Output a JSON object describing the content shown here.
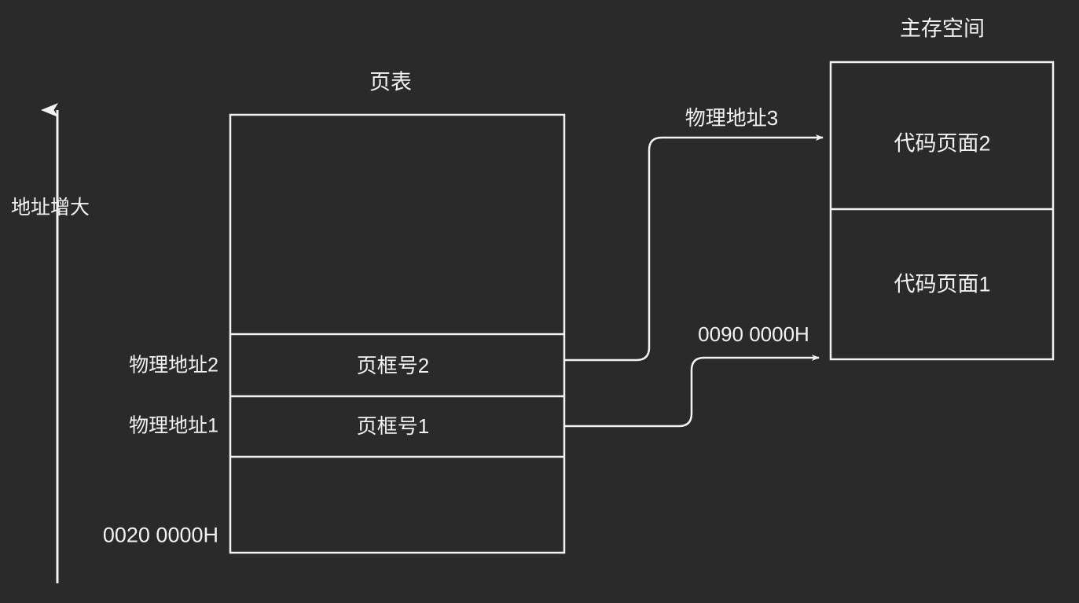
{
  "theme": {
    "background": "#2a2a2a",
    "stroke": "#f2f2f2",
    "text": "#f2f2f2"
  },
  "axis": {
    "label": "地址增大",
    "icon": "up-arrow-icon"
  },
  "page_table": {
    "title": "页表",
    "rows": [
      {
        "label": "",
        "side_label": ""
      },
      {
        "label": "页框号2",
        "side_label": "物理地址2"
      },
      {
        "label": "页框号1",
        "side_label": "物理地址1"
      },
      {
        "label": "",
        "side_label": ""
      }
    ],
    "base_address": "0020 0000H"
  },
  "connectors": [
    {
      "name": "physical-address-3",
      "label": "物理地址3",
      "from_row": "页框号1",
      "to_block": "代码页面2"
    },
    {
      "name": "physical-address-hex",
      "label": "0090 0000H",
      "from_row": "页框号2",
      "to_block": "代码页面1"
    }
  ],
  "main_memory": {
    "title": "主存空间",
    "blocks": [
      {
        "label": "代码页面2"
      },
      {
        "label": "代码页面1"
      }
    ]
  }
}
